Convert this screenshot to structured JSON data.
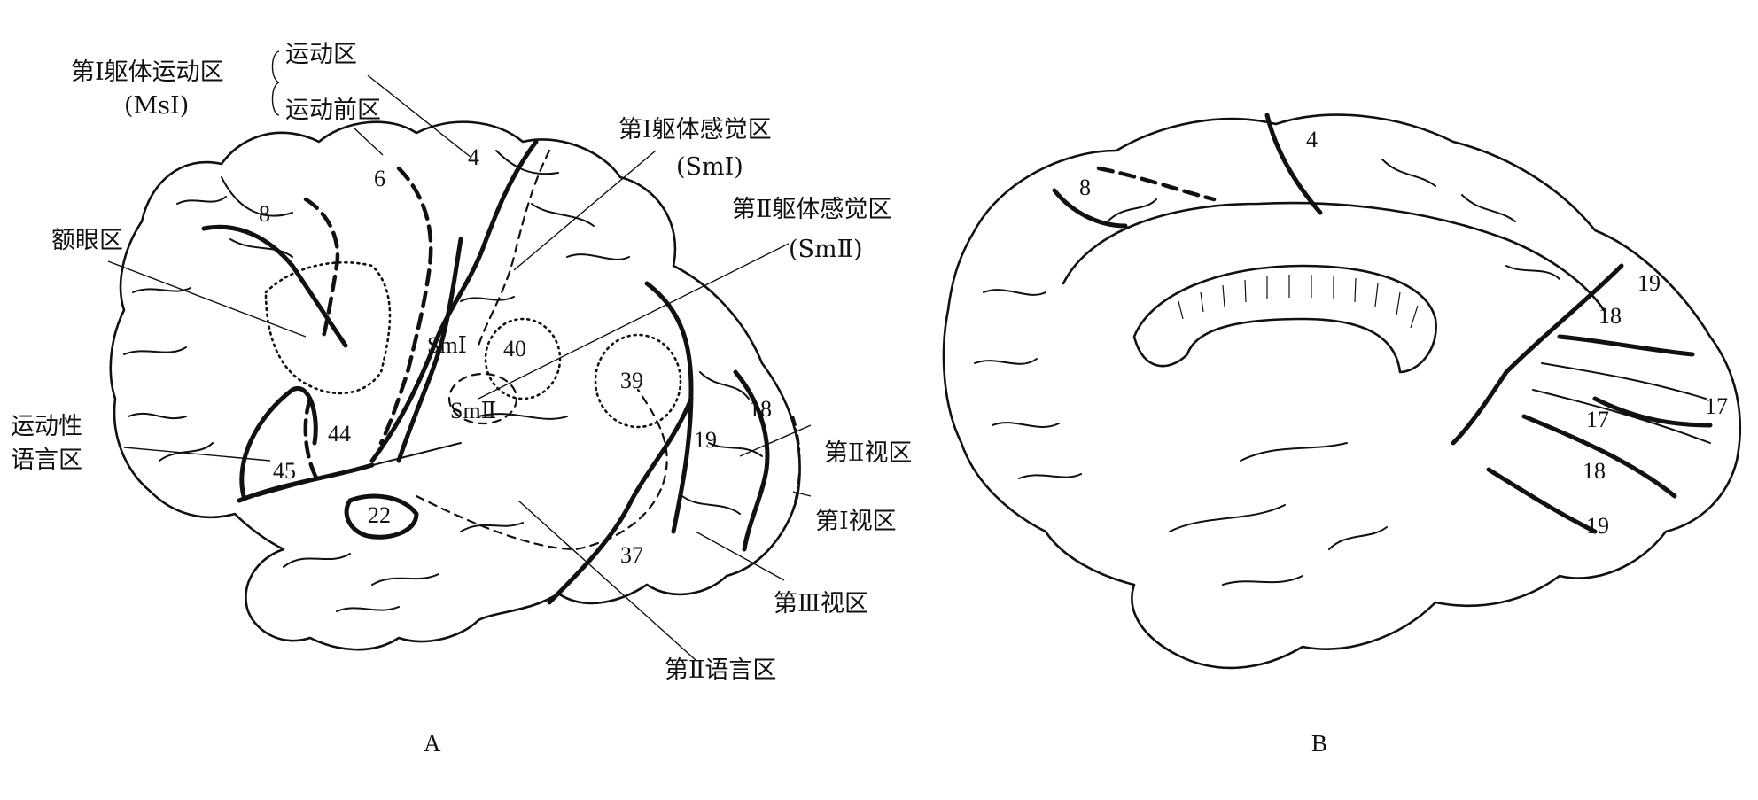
{
  "panels": {
    "left": "A",
    "right": "B"
  },
  "labels": {
    "somatic_motor_group": "第Ⅰ躯体运动区",
    "somatic_motor_abbr": "(MsⅠ)",
    "motor_area": "运动区",
    "premotor_area": "运动前区",
    "frontal_eye_field": "额眼区",
    "motor_speech_line1": "运动性",
    "motor_speech_line2": "语言区",
    "somatosensory_1": "第Ⅰ躯体感觉区",
    "somatosensory_1_abbr": "(SmⅠ)",
    "somatosensory_2": "第Ⅱ躯体感觉区",
    "somatosensory_2_abbr": "(SmⅡ)",
    "visual_2": "第Ⅱ视区",
    "visual_1": "第Ⅰ视区",
    "visual_3": "第Ⅲ视区",
    "language_2": "第Ⅱ语言区",
    "sm1_inline": "SmⅠ",
    "sm2_inline": "SmⅡ"
  },
  "areas_lateral": {
    "a4": "4",
    "a6": "6",
    "a8": "8",
    "a40": "40",
    "a39": "39",
    "a44": "44",
    "a45": "45",
    "a22": "22",
    "a37": "37",
    "a18": "18",
    "a19": "19"
  },
  "areas_medial": {
    "a4": "4",
    "a8": "8",
    "a19_top": "19",
    "a18_top": "18",
    "a17_right": "17",
    "a17_mid": "17",
    "a18_bottom": "18",
    "a19_bottom": "19"
  }
}
